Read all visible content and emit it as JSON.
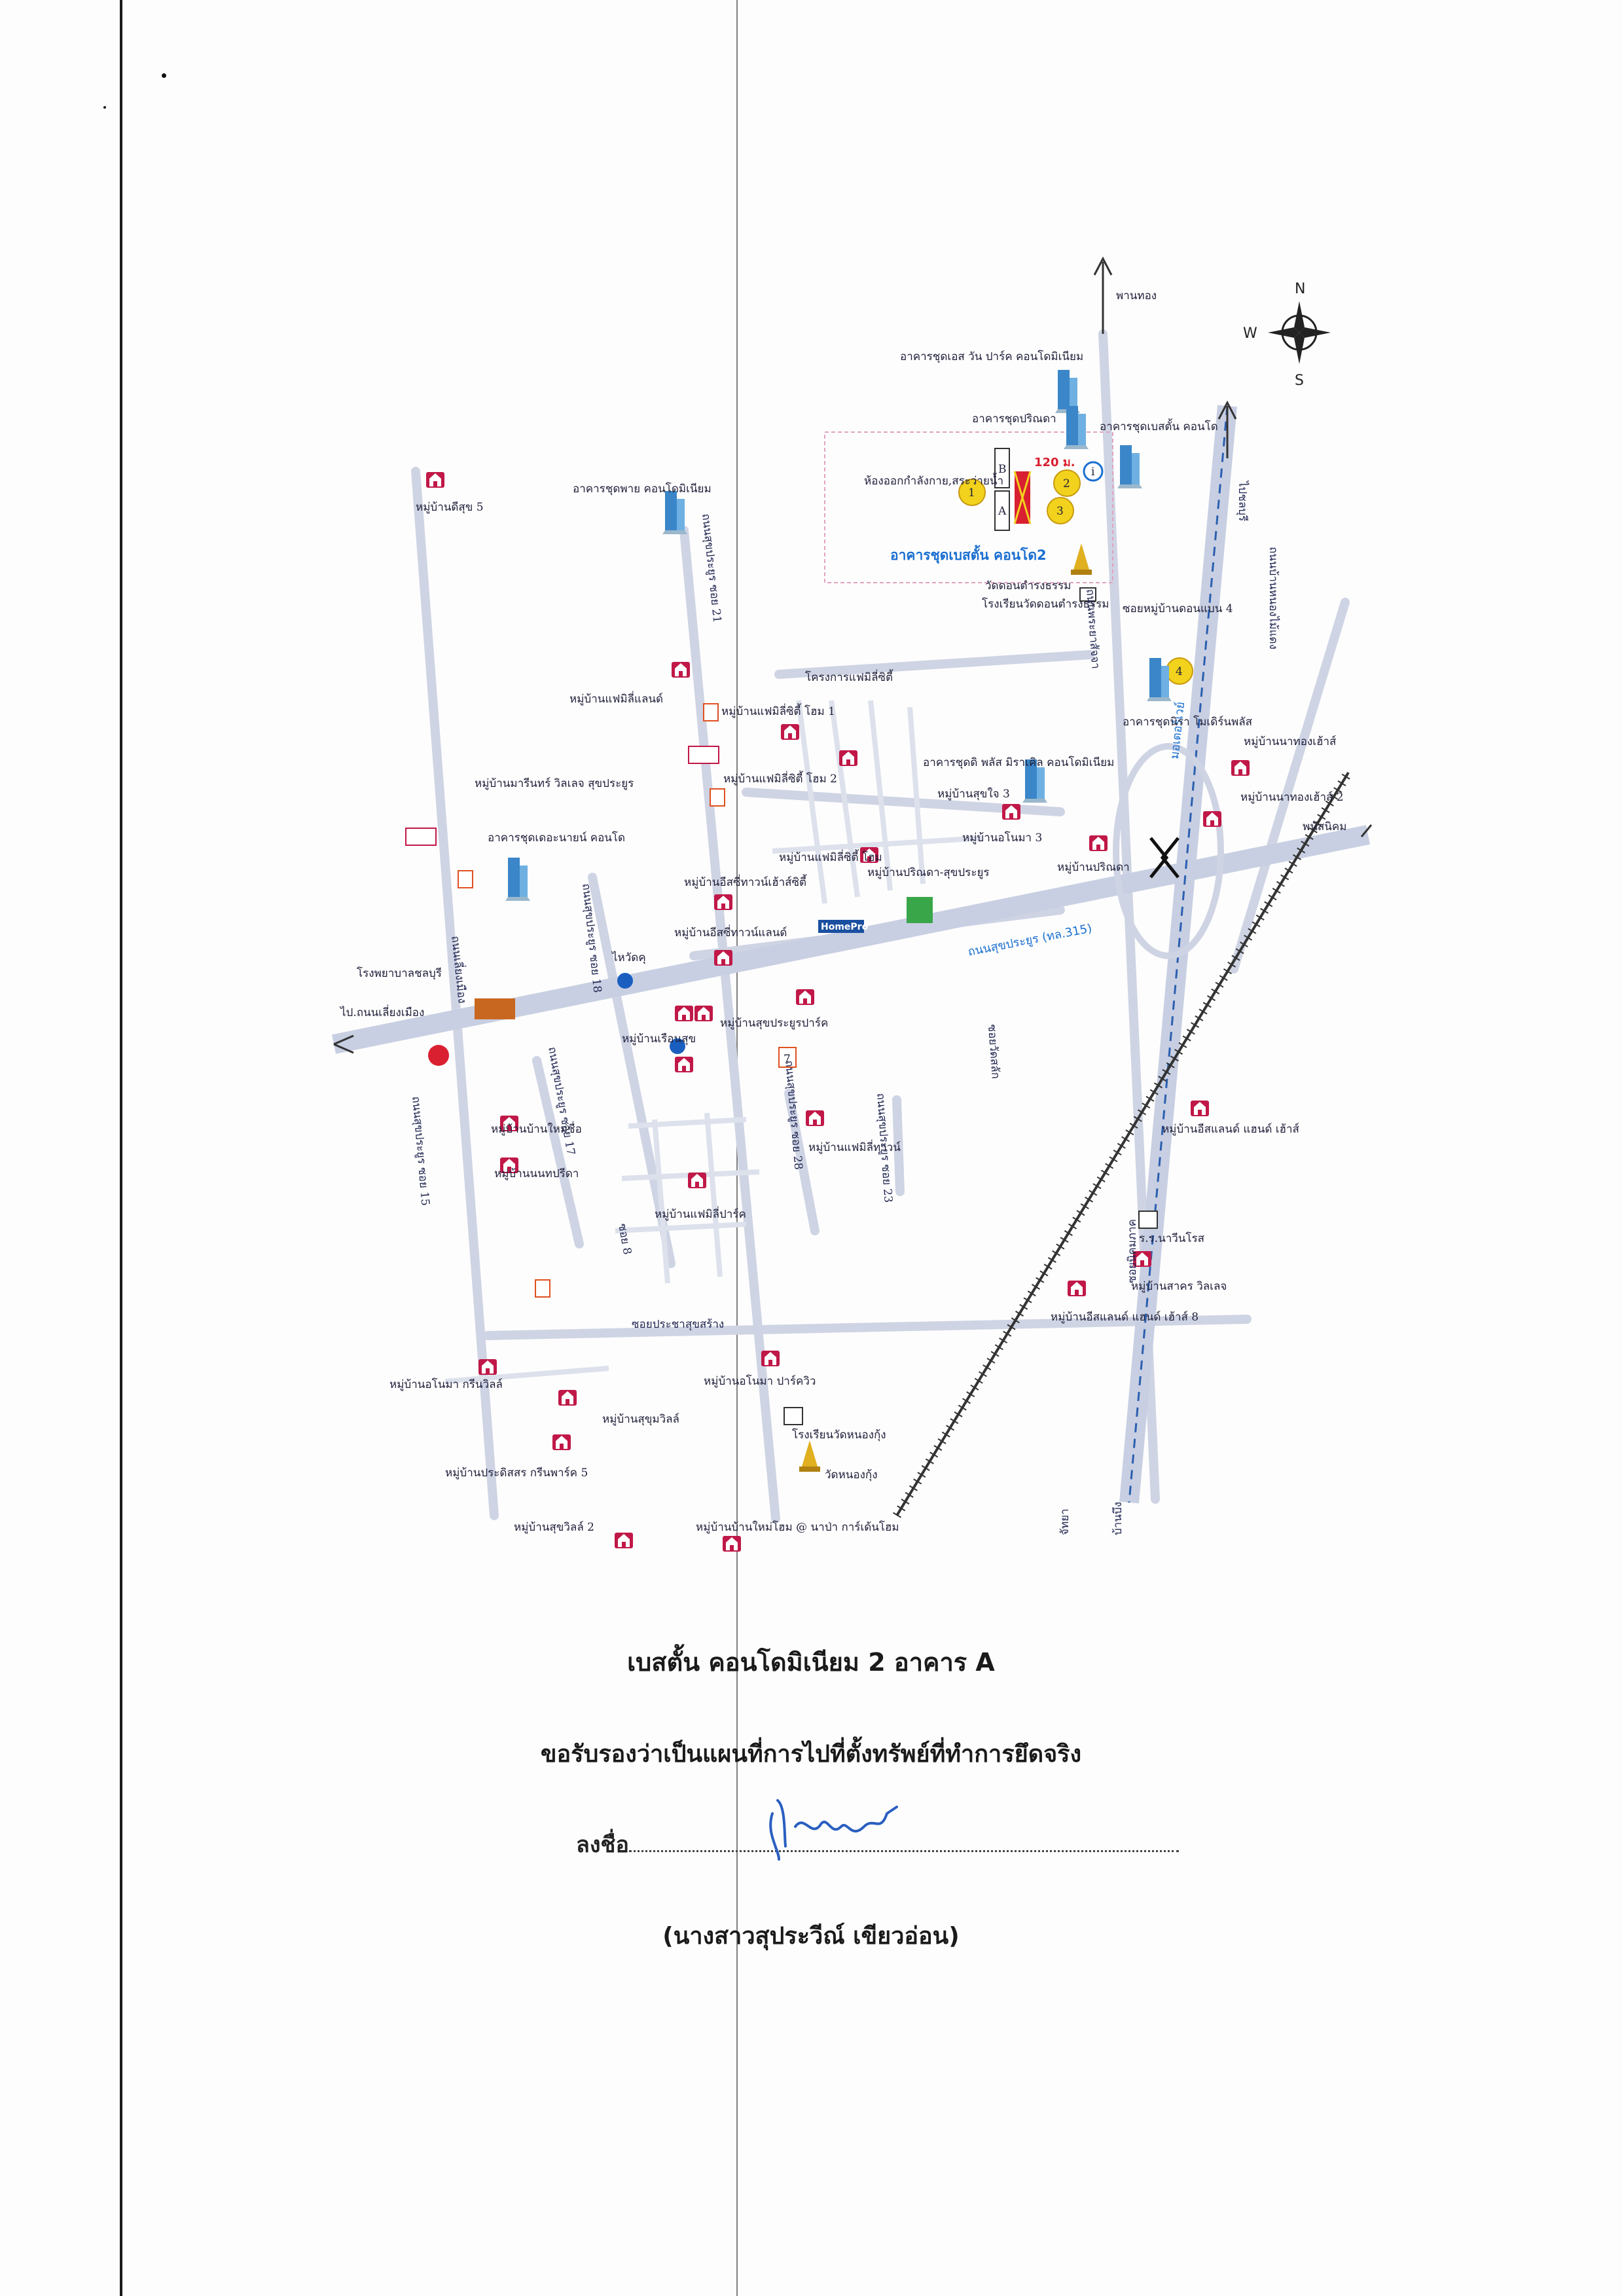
{
  "colors": {
    "road": "#cfd4e4",
    "main_road": "#c8cfe2",
    "highway_line": "#2b5fb0",
    "railway": "#333333",
    "landmark_icon": "#c01848",
    "building_icon": "#3a86c8",
    "marker_yellow": "#f2d21c",
    "highlight_blue": "#1a6fd0",
    "signature_ink": "#2a5fc0"
  },
  "map": {
    "compass": {
      "n": "N",
      "s": "S",
      "w": "W"
    },
    "direction_labels": {
      "north": "พานทอง",
      "west": "ไป.ถนนเลี่ยงเมือง",
      "east": "พนัสนิคม",
      "south_1": "จัทยา",
      "south_2": "บ้านบึง",
      "northeast": "ไปชลบุรี"
    },
    "roads": {
      "main_highway": "ถนนสุขประยูร (ทล.315)",
      "soi_21": "ถนนสุขประยูร ซอย 21",
      "soi_18": "ถนนสุขประยูร ซอย 18",
      "soi_17": "ถนนสุขประยูร ซอย 17",
      "soi_15": "ถนนสุขประยูร ซอย 15",
      "soi_28": "ถนนสุขประยูร ซอย 28",
      "soi_23": "ถนนสุขประยูร ซอย 23",
      "soi_8": "ซอย 8",
      "wat_salak": "ซอยวัดสลัก",
      "bypass": "ถนนเลี่ยงเมือง",
      "nong_khang_khok": "ถนนบ้านหนองไม้แดง",
      "prachasuksan": "ซอยประชาสุขสร้าง",
      "nikhom": "ซอยนิคมภาค",
      "motorway": "มอเตอร์เวย์",
      "seri_road": "ถนนพระยาสัจจา"
    },
    "highlight": {
      "subject_building": "อาคารชุดเบสตั้น คอนโด2",
      "distance": "120 ม.",
      "sales_office": "ห้องออกกำลังกาย,สระว่ายน้ำ",
      "marker_1": "1",
      "marker_2": "2",
      "marker_3": "3",
      "marker_4": "4",
      "info_marker": "i",
      "building_a": "A",
      "building_b": "B"
    },
    "labels": {
      "one_park": "อาคารชุดเอส วัน ปาร์ค คอนโดมิเนียม",
      "prinda": "อาคารชุดปริณดา",
      "baston_condo": "อาคารชุดเบสตั้น คอนโด",
      "jasmine_condo": "อาคารชุดพาย คอนโดมิเนียม",
      "mooban_suk5": "หมู่บ้านดีสุข 5",
      "wat_don_tarong": "วัดดอนตำรงธรรม",
      "wat_school": "โรงเรียนวัดดอนตำรงธรรม",
      "soi_nong_mai_daeng4": "ซอยหมู่บ้านดอนแบน 4",
      "project_happy": "โครงการแฟมิลี่ซิตี้",
      "family_land": "หมู่บ้านแฟมิลี่แลนด์",
      "family_city1": "หมู่บ้านแฟมิลี่ซิตี้ โฮม 1",
      "family_city2": "หมู่บ้านแฟมิลี่ซิตี้ โฮม 2",
      "family_city3": "หมู่บ้านแฟมิลี่ซิตี้ โฮม",
      "the_plus": "อาคารชุดดิ พลัส มิราเคิล คอนโดมิเนียม",
      "suksai3": "หมู่บ้านสุขใจ 3",
      "ana3": "หมู่บ้านอโนมา 3",
      "prinda_mb": "หมู่บ้านปริณดา",
      "prinda_suk": "หมู่บ้านปริณดา-สุขประยูร",
      "nirada": "อาคารชุดนิรา โมเดิร์นพลัส",
      "na_thong": "หมู่บ้านนาทองเฮ้าส์",
      "na_thong2": "หมู่บ้านนาทองเฮ้าส์ 2",
      "marin": "หมู่บ้านมารีนทร์ วิลเลจ สุขประยูร",
      "the_ninety": "อาคารชุดเดอะนายน์ คอนโด",
      "easy_land": "หมู่บ้านอีสซี่ทาวน์เฮ้าส์ซิตี้",
      "easy_land2": "หมู่บ้านอีสซี่ทาวน์แลนด์",
      "wat_kok": "ไหวัดคุ",
      "hospital": "โรงพยาบาลชลบุรี",
      "rian_suk": "หมู่บ้านเรือนสุข",
      "suk_park": "หมู่บ้านสุขประยูรปาร์ค",
      "family_town": "หมู่บ้านแฟมิลี่ทาวน์",
      "ban_mai": "หมู่บ้านบ้านใหม่ชื่อ",
      "nana_pri": "หมู่บ้านนนทปรีดา",
      "family_park": "หมู่บ้านแฟมิลี่ปาร์ค",
      "easy_land_house": "หมู่บ้านอีสแลนด์ แฮนด์ เฮ้าส์",
      "school_nakhon": "ร.ร.นาวีนโรส",
      "sakura": "หมู่บ้านสาคร วิลเลจ",
      "easy_land_house8": "หมู่บ้านอีสแลนด์ แฮนด์ เฮ้าส์ 8",
      "anoma_green": "หมู่บ้านอโนมา กรีนวิลล์",
      "anoma_park": "หมู่บ้านอโนมา ปาร์ควิว",
      "sukuvilla": "หมู่บ้านสุขุมวิลล์",
      "prasat_green": "หมู่บ้านประดิสสร กรีนพาร์ค 5",
      "wat_nong_kung_school": "โรงเรียนวัดหนองกุ้ง",
      "wat_nong_kung": "วัดหนองกุ้ง",
      "suk_villa2": "หมู่บ้านสุขวิลล์ 2",
      "baan_mai_home": "หมู่บ้านบ้านใหม่โฮม @ นาป่า การ์เด้นโฮม",
      "homepro": "HomePro",
      "seven_eleven": "7"
    }
  },
  "document": {
    "building_caption": "เบสตั้น คอนโดมิเนียม 2 อาคาร A",
    "certify_text": "ขอรับรองว่าเป็นแผนที่การไปที่ตั้งทรัพย์ที่ทำการยึดจริง",
    "sign_label": "ลงชื่อ",
    "signer_name": "(นางสาวสุประวีณ์ เขียวอ่อน)"
  }
}
